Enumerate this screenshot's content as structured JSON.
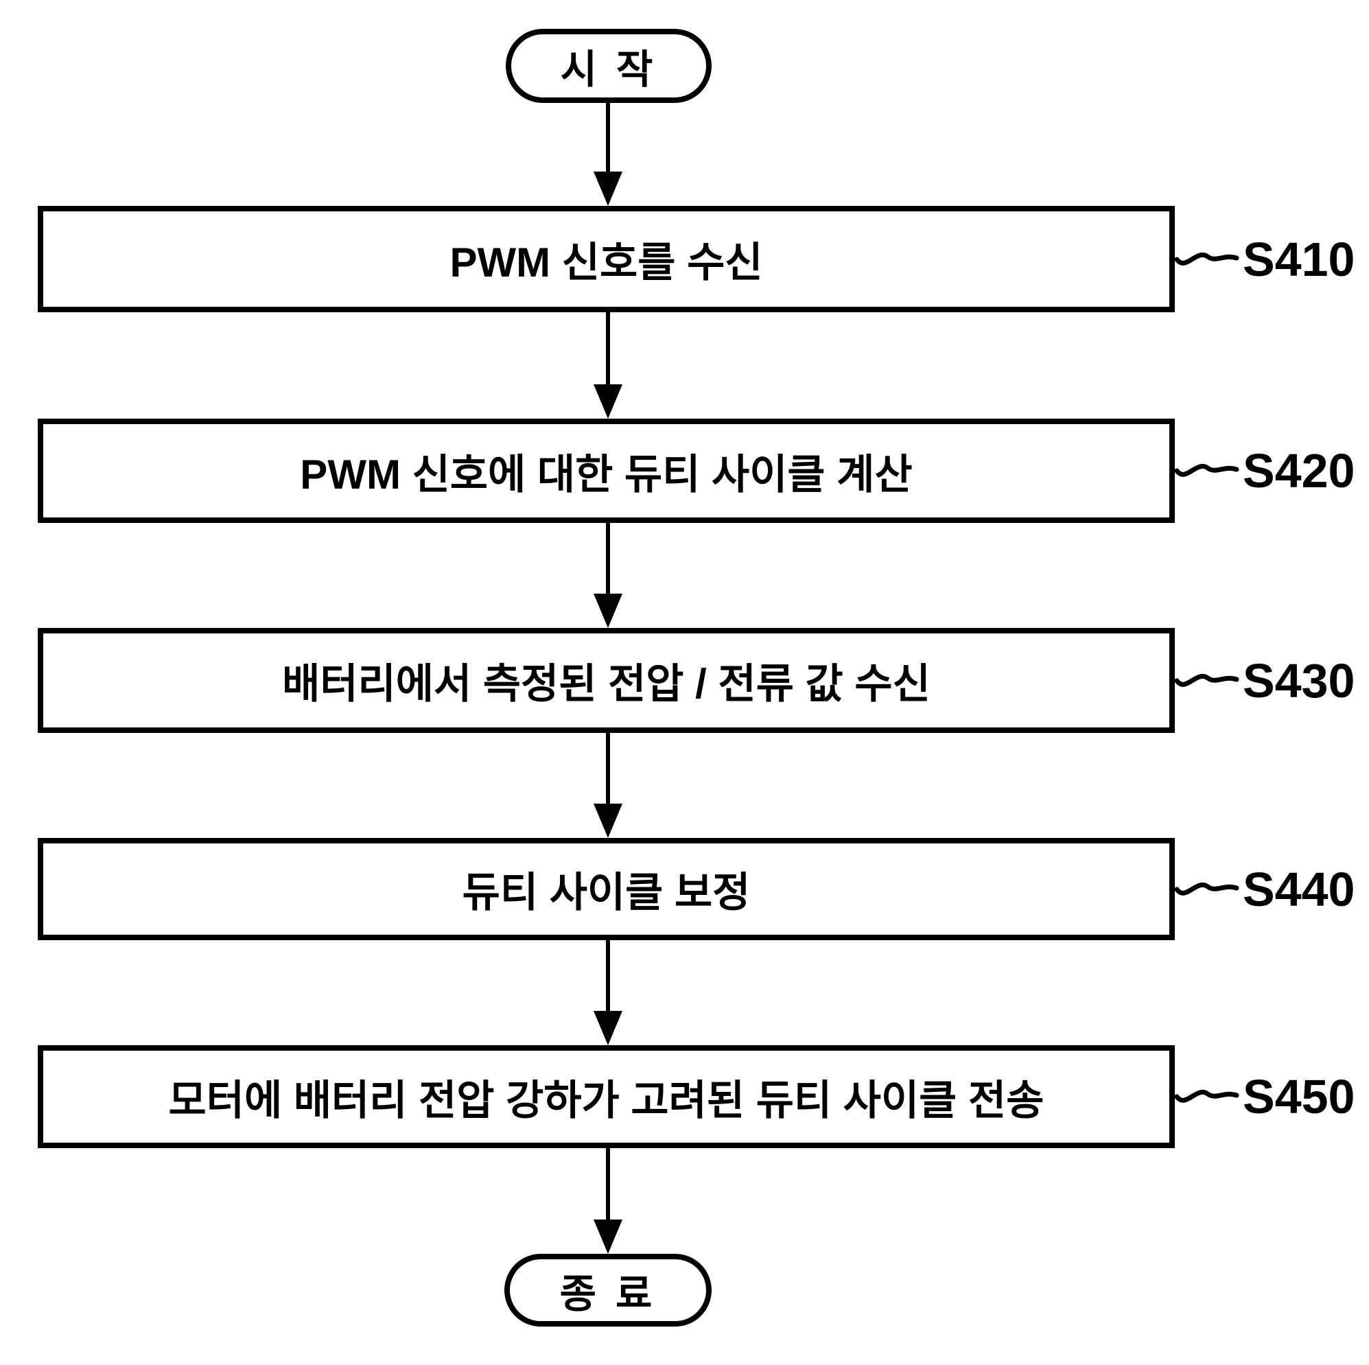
{
  "diagram": {
    "type": "flowchart",
    "start_label": "시 작",
    "end_label": "종 료",
    "steps": [
      {
        "text": "PWM 신호를 수신",
        "step_id": "S410"
      },
      {
        "text": "PWM 신호에 대한 듀티 사이클 계산",
        "step_id": "S420"
      },
      {
        "text": "배터리에서 측정된 전압 / 전류 값 수신",
        "step_id": "S430"
      },
      {
        "text": "듀티 사이클 보정",
        "step_id": "S440"
      },
      {
        "text": "모터에 배터리 전압 강하가 고려된 듀티 사이클 전송",
        "step_id": "S450"
      }
    ],
    "colors": {
      "line": "#000000",
      "background": "#ffffff"
    }
  }
}
